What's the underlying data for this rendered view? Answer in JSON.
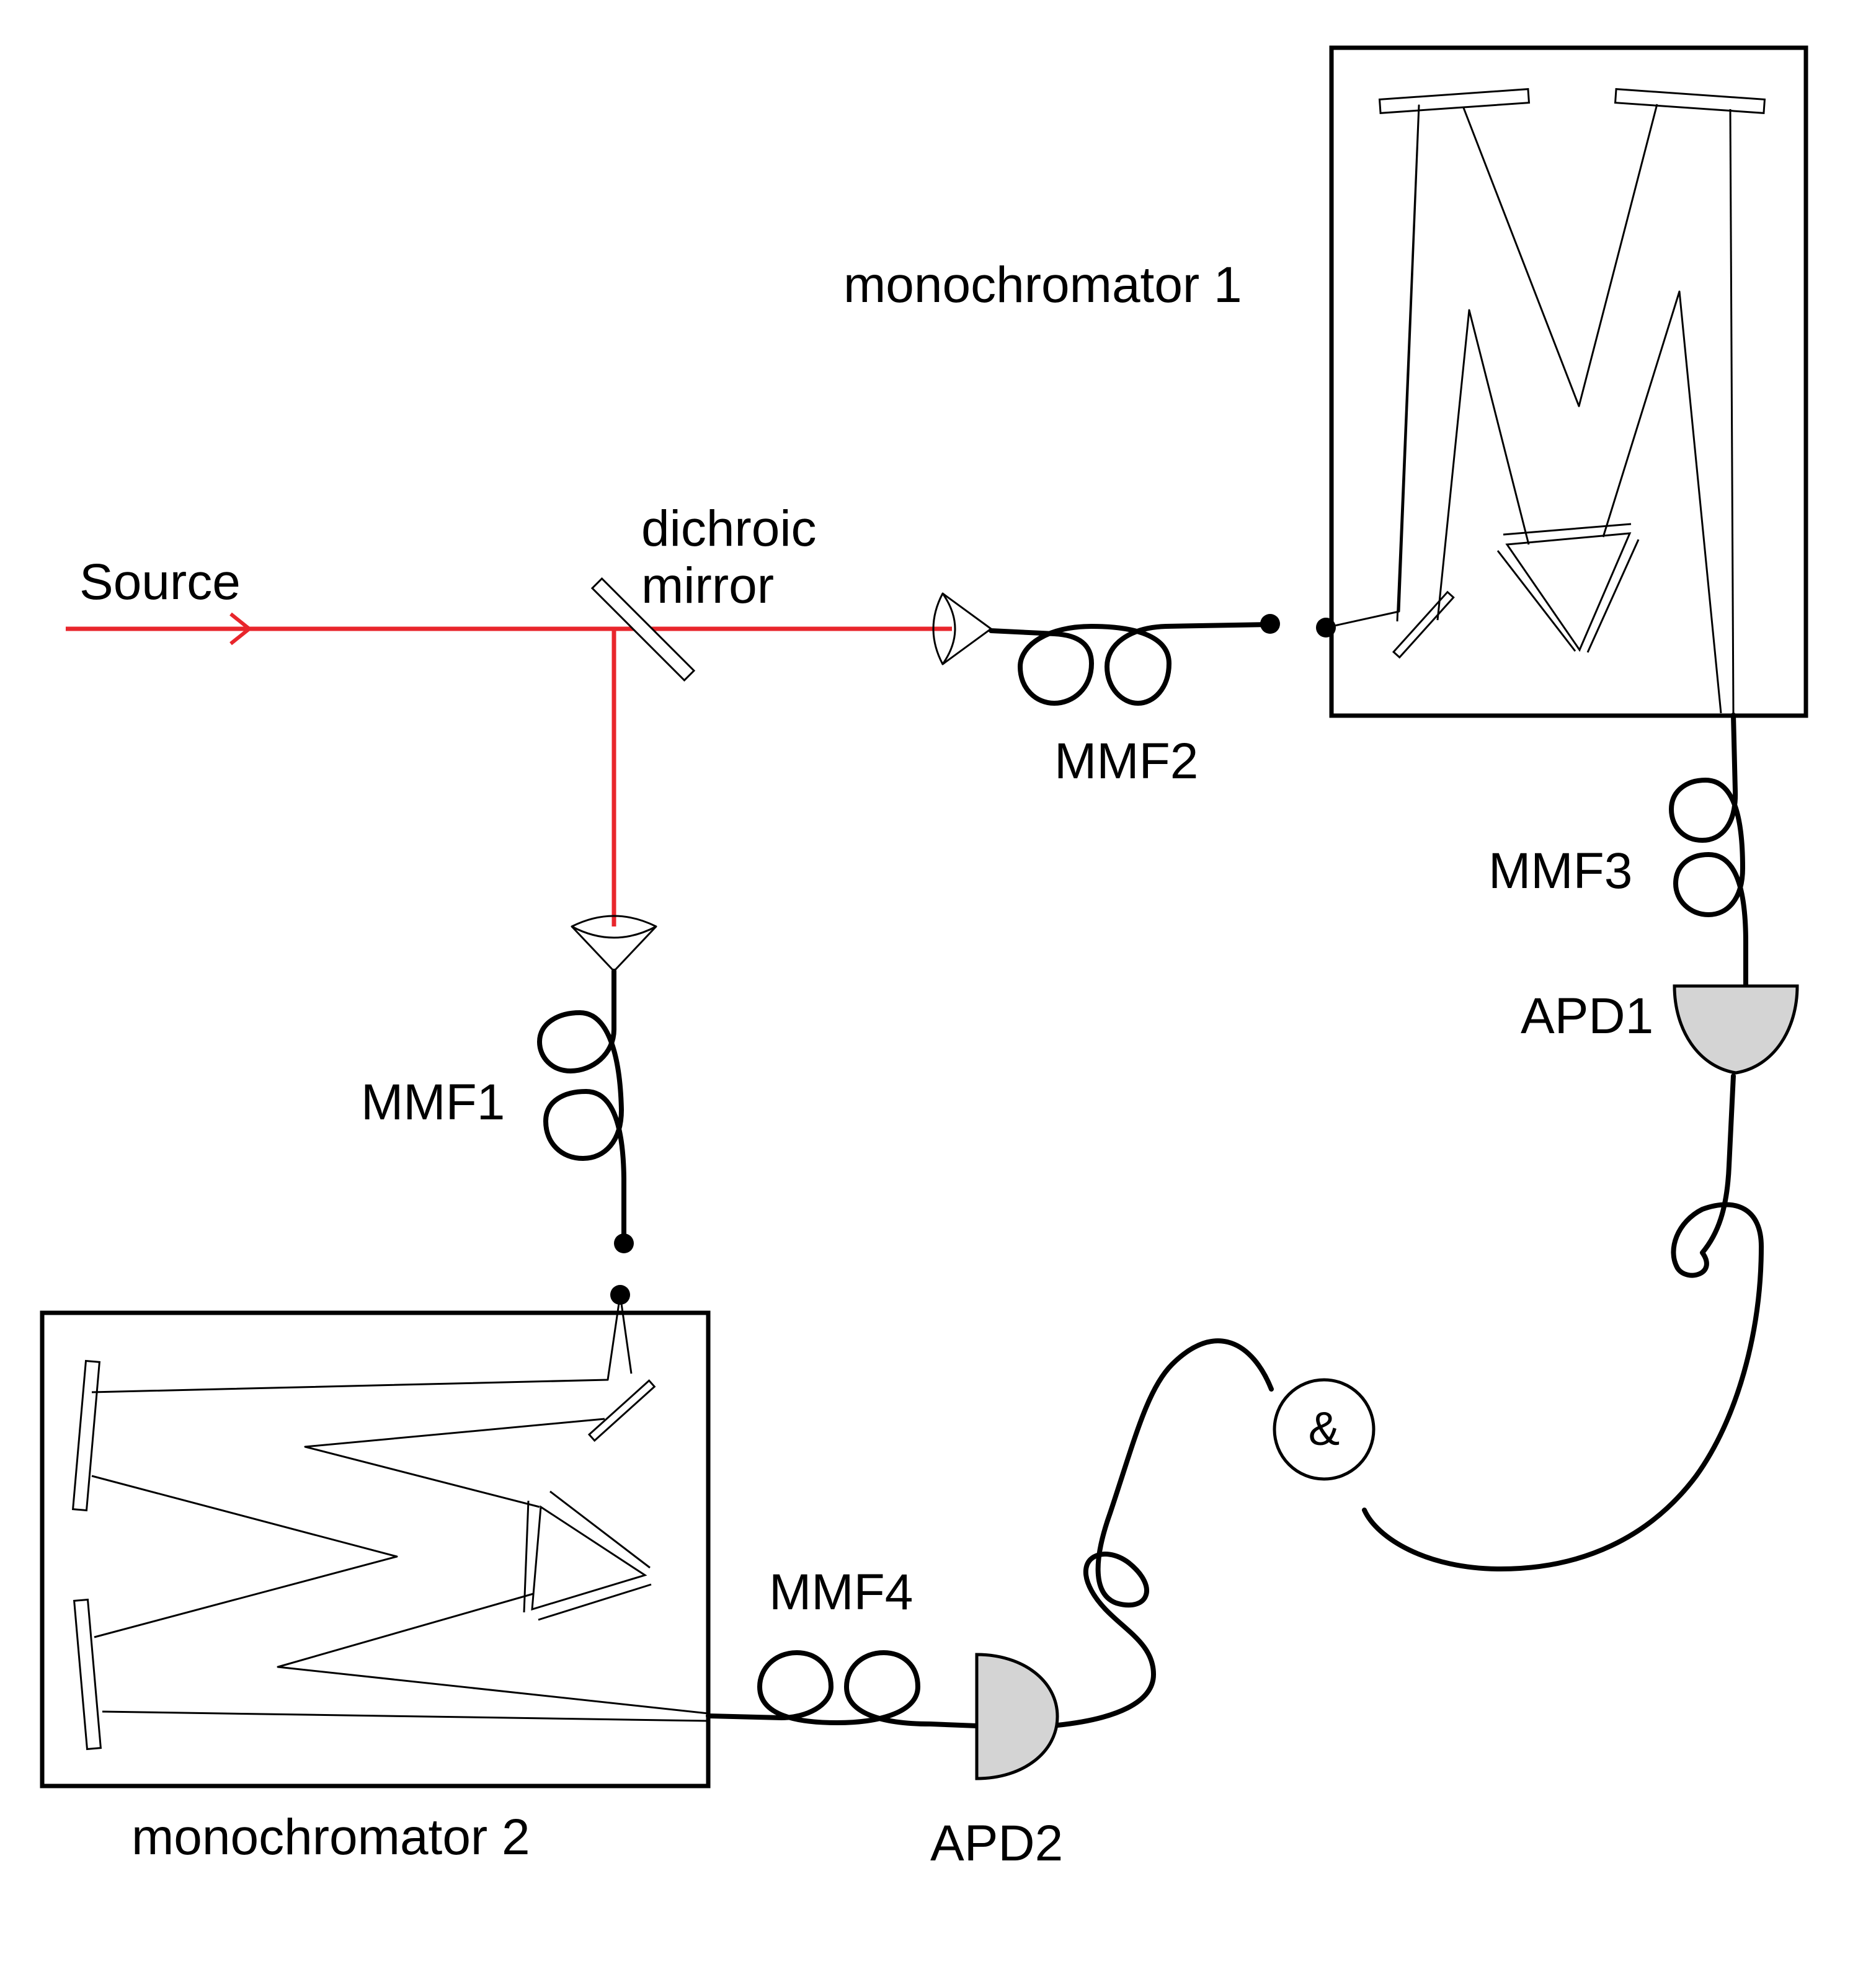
{
  "labels": {
    "source": "Source",
    "dichroic_line1": "dichroic",
    "dichroic_line2": "mirror",
    "monochromator_1": "monochromator 1",
    "monochromator_2": "monochromator 2",
    "mmf1": "MMF1",
    "mmf2": "MMF2",
    "mmf3": "MMF3",
    "mmf4": "MMF4",
    "apd1": "APD1",
    "apd2": "APD2",
    "coincidence": "&"
  },
  "colors": {
    "beam": "#e8262c",
    "detector_fill": "#d4d4d4",
    "line": "#000000"
  }
}
